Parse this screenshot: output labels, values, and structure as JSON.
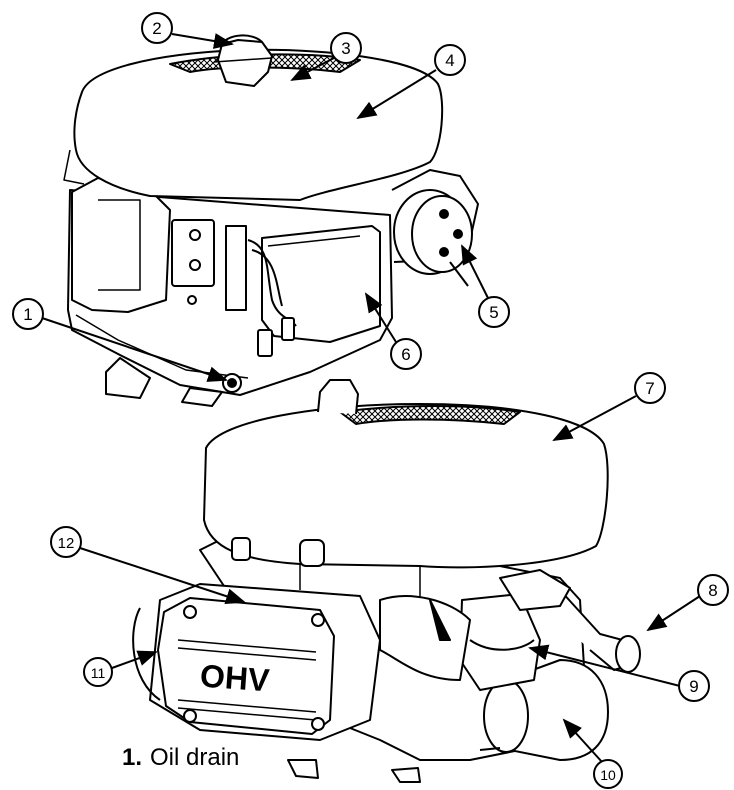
{
  "callouts": [
    {
      "id": "1",
      "label": "1"
    },
    {
      "id": "2",
      "label": "2"
    },
    {
      "id": "3",
      "label": "3"
    },
    {
      "id": "4",
      "label": "4"
    },
    {
      "id": "5",
      "label": "5"
    },
    {
      "id": "6",
      "label": "6"
    },
    {
      "id": "7",
      "label": "7"
    },
    {
      "id": "8",
      "label": "8"
    },
    {
      "id": "9",
      "label": "9"
    },
    {
      "id": "10",
      "label": "10"
    },
    {
      "id": "11",
      "label": "11"
    },
    {
      "id": "12",
      "label": "12"
    }
  ],
  "legend": [
    {
      "number": "1.",
      "text": "Oil drain"
    }
  ],
  "engine_badge": "OHV"
}
